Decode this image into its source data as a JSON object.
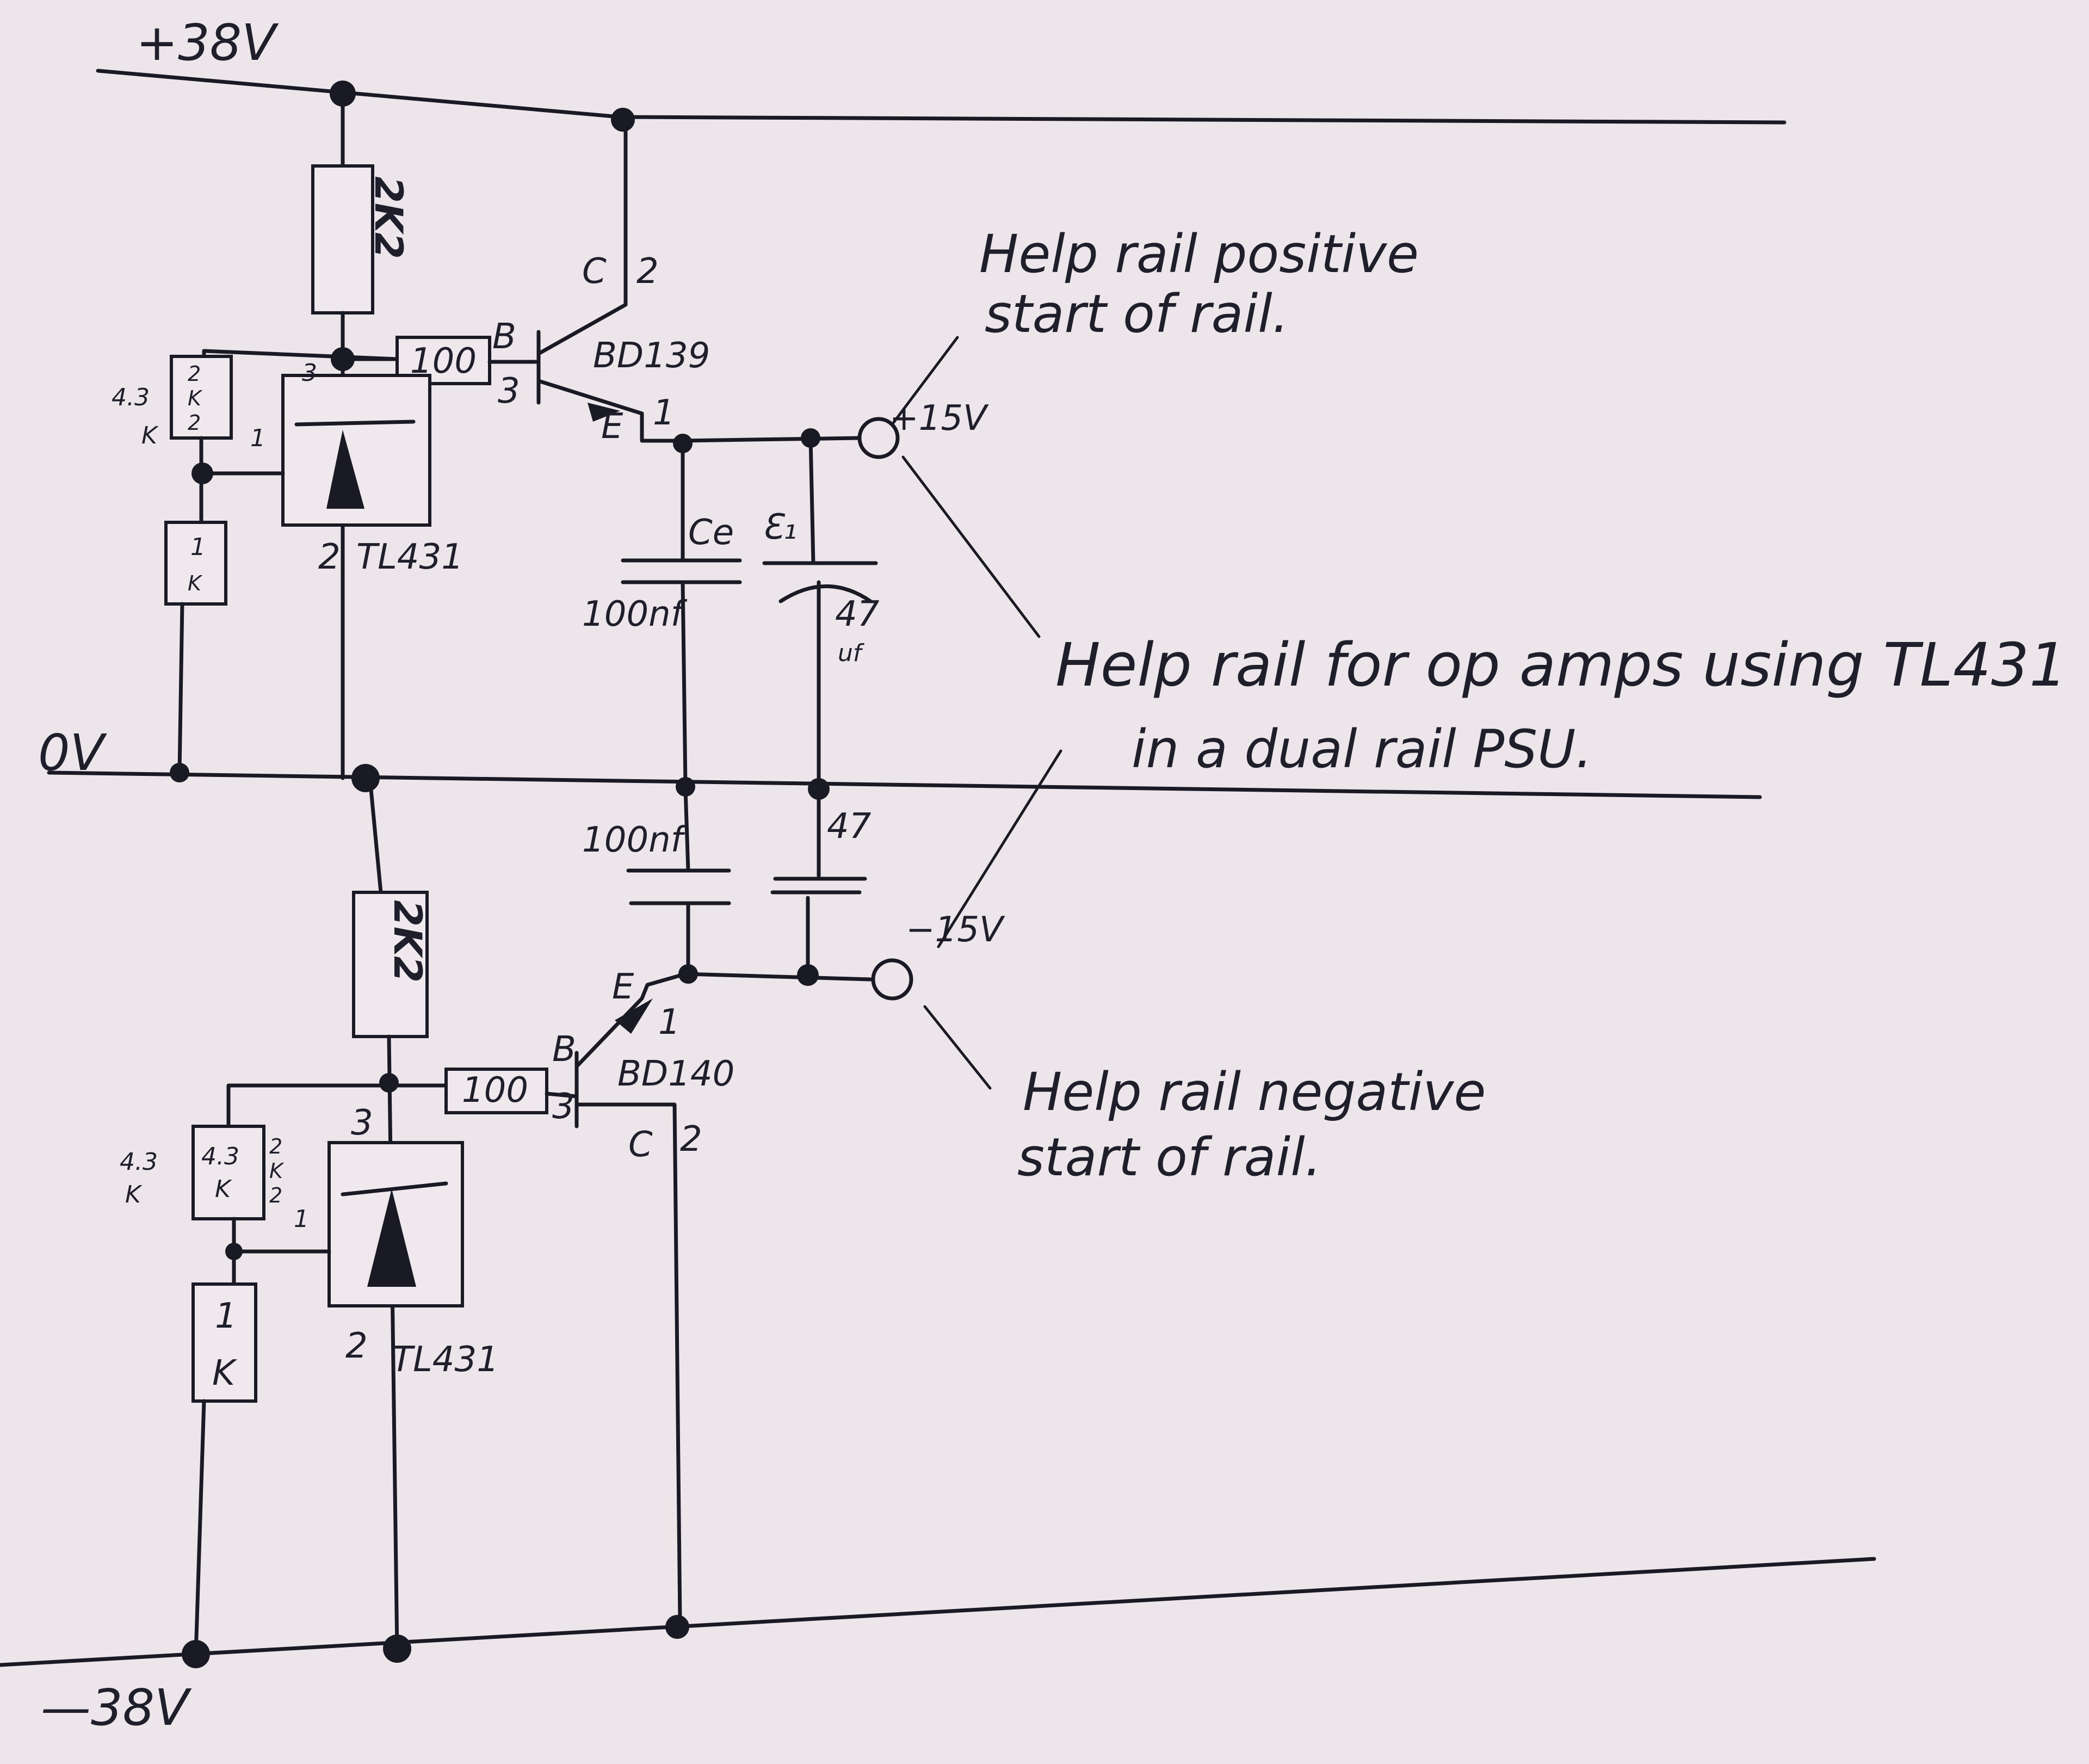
{
  "rails": {
    "positive": "+38V",
    "ground": "0V",
    "negative": "—38V"
  },
  "positive_section": {
    "resistor_top": "2K2",
    "resistor_base": "100",
    "divider_top_values": [
      "4.3",
      "K"
    ],
    "divider_top_stack": [
      "2",
      "K",
      "2"
    ],
    "divider_bottom": [
      "1",
      "K"
    ],
    "tl431_pins": {
      "cathode": "3",
      "ref": "1",
      "anode": "2"
    },
    "tl431_label": "TL431",
    "transistor": "BD139",
    "pins": {
      "base": "B",
      "base_num": "3",
      "collector": "C",
      "collector_num": "2",
      "emitter": "E",
      "emitter_num": "1"
    },
    "cap_ceramic_label": "Ce",
    "cap_ceramic_value": "100nf",
    "cap_elec_label": "Ɛ₁",
    "cap_elec_value": [
      "47",
      "uf"
    ],
    "output": "+15V"
  },
  "negative_section": {
    "resistor_top": "2K2",
    "resistor_base": "100",
    "divider_top_values": [
      "4.3",
      "K"
    ],
    "divider_inner": [
      "4.3",
      "K"
    ],
    "divider_top_stack": [
      "2",
      "K",
      "2"
    ],
    "divider_bottom": [
      "1",
      "K"
    ],
    "tl431_pins": {
      "cathode": "3",
      "ref": "1",
      "anode": "2"
    },
    "tl431_label": "TL431",
    "transistor": "BD140",
    "pins": {
      "base": "B",
      "base_num": "3",
      "collector": "C",
      "collector_num": "2",
      "emitter": "E",
      "emitter_num": "1"
    },
    "cap_ceramic_value": "100nf",
    "cap_elec_value": "47",
    "output": "−15V"
  },
  "annotations": {
    "positive_note": [
      "Help rail positive",
      "start of rail."
    ],
    "main_note": [
      "Help rail for op amps using TL431",
      "in a dual rail PSU."
    ],
    "negative_note": [
      "Help rail negative",
      "start of rail."
    ]
  }
}
